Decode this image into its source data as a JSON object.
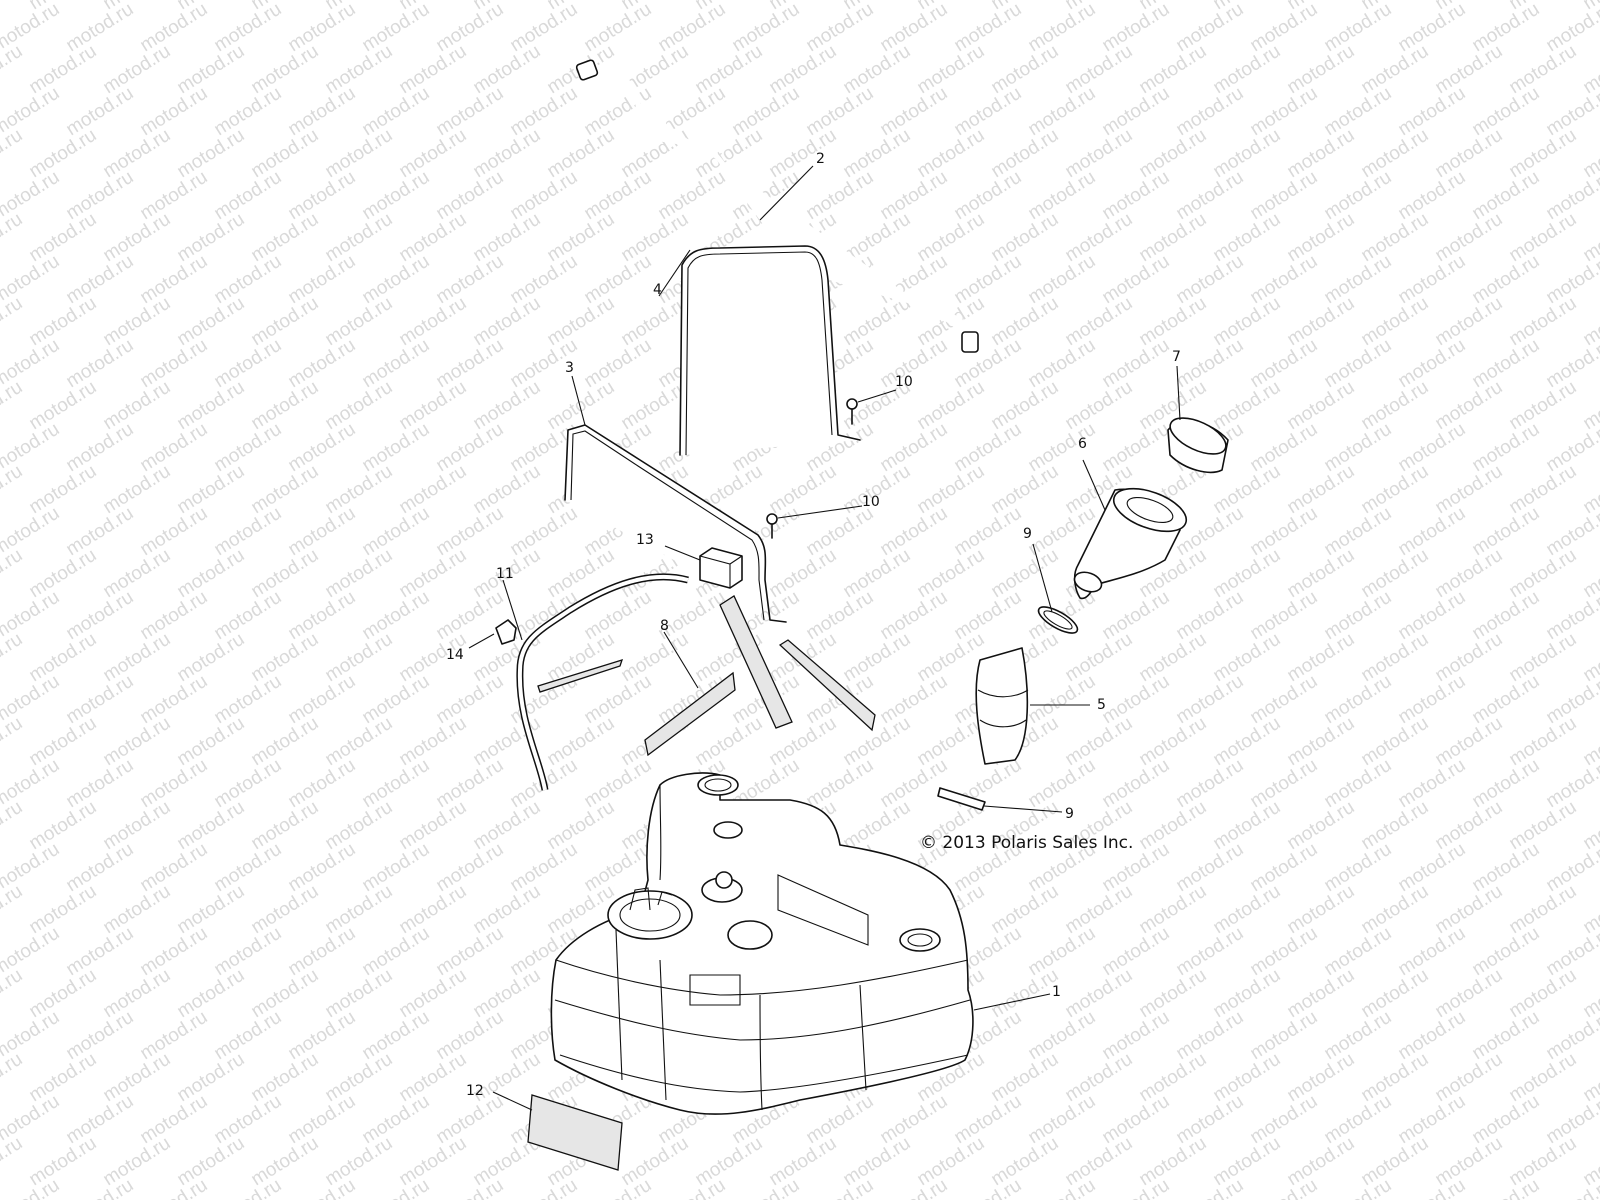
{
  "watermark": {
    "text": "motod.ru"
  },
  "copyright": "© 2013 Polaris Sales Inc.",
  "callouts": [
    {
      "id": "callout-1",
      "label": "1"
    },
    {
      "id": "callout-2",
      "label": "2"
    },
    {
      "id": "callout-3",
      "label": "3"
    },
    {
      "id": "callout-4",
      "label": "4"
    },
    {
      "id": "callout-5",
      "label": "5"
    },
    {
      "id": "callout-6",
      "label": "6"
    },
    {
      "id": "callout-7",
      "label": "7"
    },
    {
      "id": "callout-8",
      "label": "8"
    },
    {
      "id": "callout-9a",
      "label": "9"
    },
    {
      "id": "callout-9b",
      "label": "9"
    },
    {
      "id": "callout-10a",
      "label": "10"
    },
    {
      "id": "callout-10b",
      "label": "10"
    },
    {
      "id": "callout-11",
      "label": "11"
    },
    {
      "id": "callout-12",
      "label": "12"
    },
    {
      "id": "callout-13",
      "label": "13"
    },
    {
      "id": "callout-14",
      "label": "14"
    }
  ]
}
